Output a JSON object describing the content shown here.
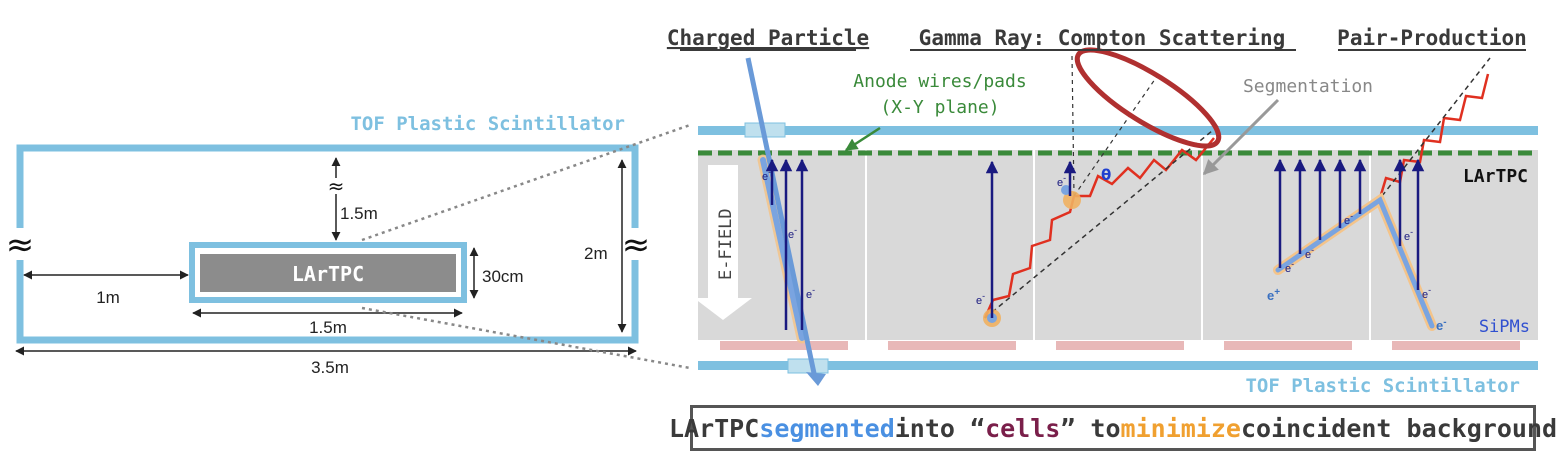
{
  "left_panel": {
    "tof_label": "TOF Plastic Scintillator",
    "lartpc_label": "LArTPC",
    "dim_top": "1.5m",
    "dim_left": "1m",
    "dim_inner_width": "1.5m",
    "dim_inner_height": "30cm",
    "dim_outer_height": "2m",
    "dim_outer_width": "3.5m",
    "break_symbol": "≈"
  },
  "right_panel": {
    "charged_particle": "Charged Particle",
    "gamma_compton": "Gamma Ray: Compton Scattering",
    "pair_production": "Pair-Production",
    "anode_line1": "Anode wires/pads",
    "anode_line2": "(X-Y plane)",
    "segmentation": "Segmentation",
    "lartpc": "LArTPC",
    "efield": "E-FIELD",
    "sipms": "SiPMs",
    "tof_bottom": "TOF Plastic Scintillator",
    "theta": "θ",
    "electron": "e",
    "minus": "-",
    "positron_plus": "+"
  },
  "caption": {
    "part1": "LArTPC ",
    "part2": "segmented",
    "part3": " into “",
    "part4": "cells",
    "part5": "” to ",
    "part6": "minimize",
    "part7": " coincident background"
  },
  "colors": {
    "tof_blue": "#7ec0e0",
    "anode_green": "#3a8a3a",
    "lartpc_gray": "#d9d9d9",
    "drift_navy": "#1a1a80",
    "track_blue": "#6a9ad8",
    "gamma_red": "#e03020",
    "sipm_pink": "#e8b8b8",
    "ellipse_red": "#b03030"
  }
}
